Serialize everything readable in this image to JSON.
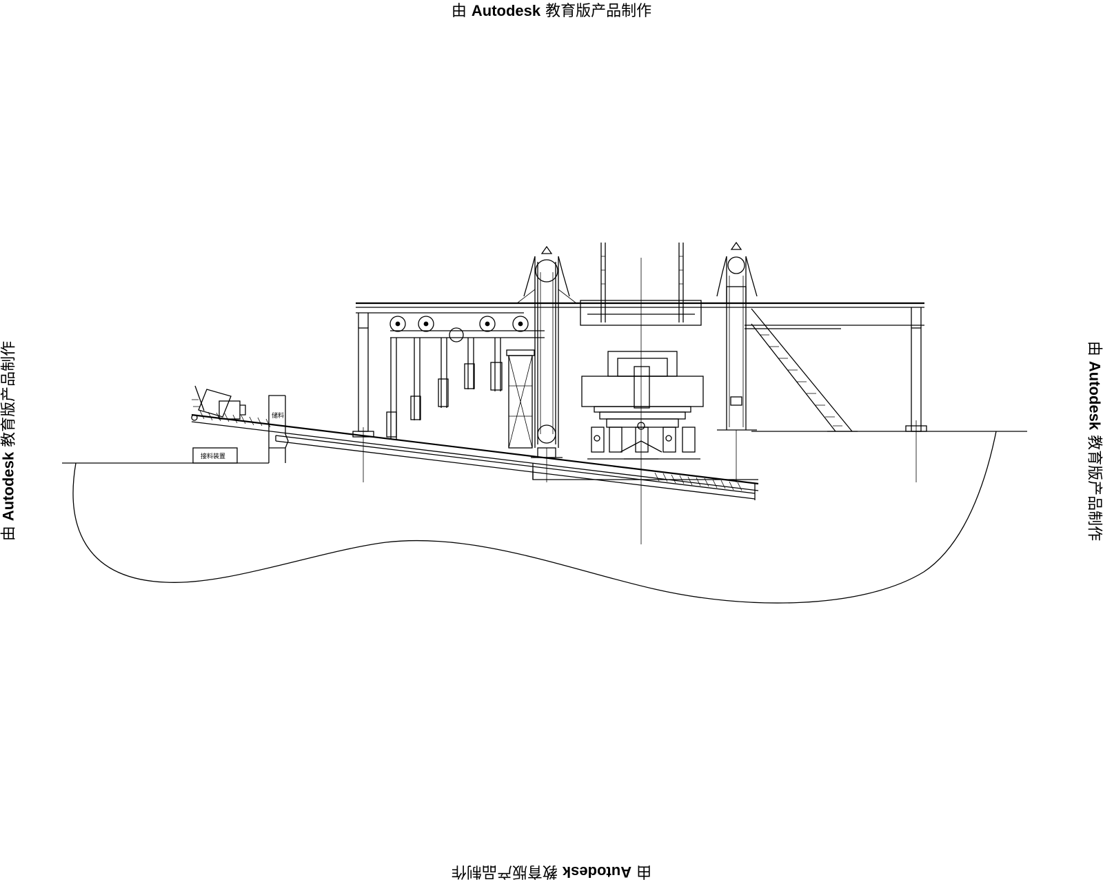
{
  "watermark": {
    "prefix": "由",
    "brand": "Autodesk",
    "suffix": "教育版产品制作"
  },
  "drawing": {
    "labels": {
      "receiving_device": "接料装置",
      "hopper": "储料"
    }
  }
}
